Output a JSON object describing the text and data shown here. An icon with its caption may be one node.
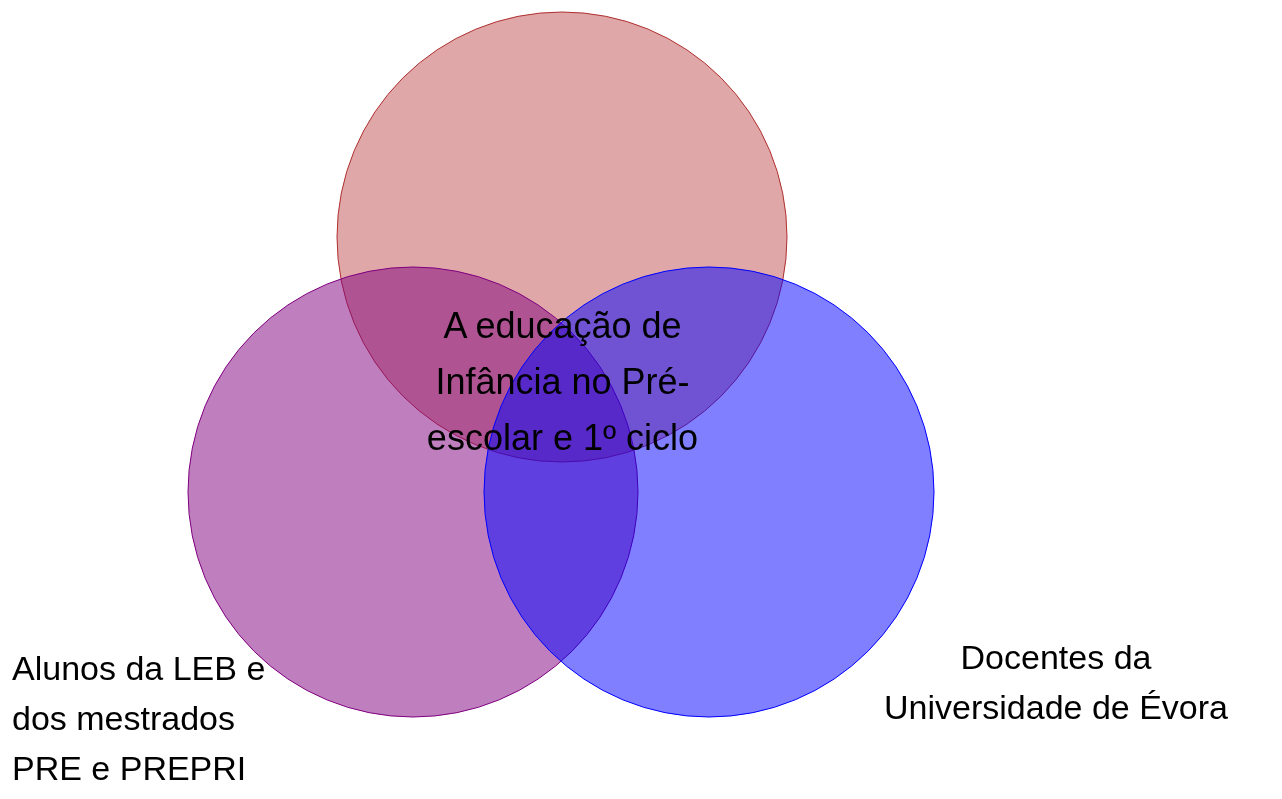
{
  "diagram": {
    "nodes": [
      {
        "text": [],
        "shape": "circle"
      },
      {
        "text": [],
        "shape": "circle",
        "beside": [
          "Alunos da LEB e dos mestrados PRE e PREPRI"
        ]
      },
      {
        "text": [],
        "shape": "circle",
        "beside": [
          "Docentes da Universidade de Évora"
        ]
      }
    ],
    "labels": [
      "A educação de Infância no Pré-escolar e 1º ciclo"
    ]
  }
}
